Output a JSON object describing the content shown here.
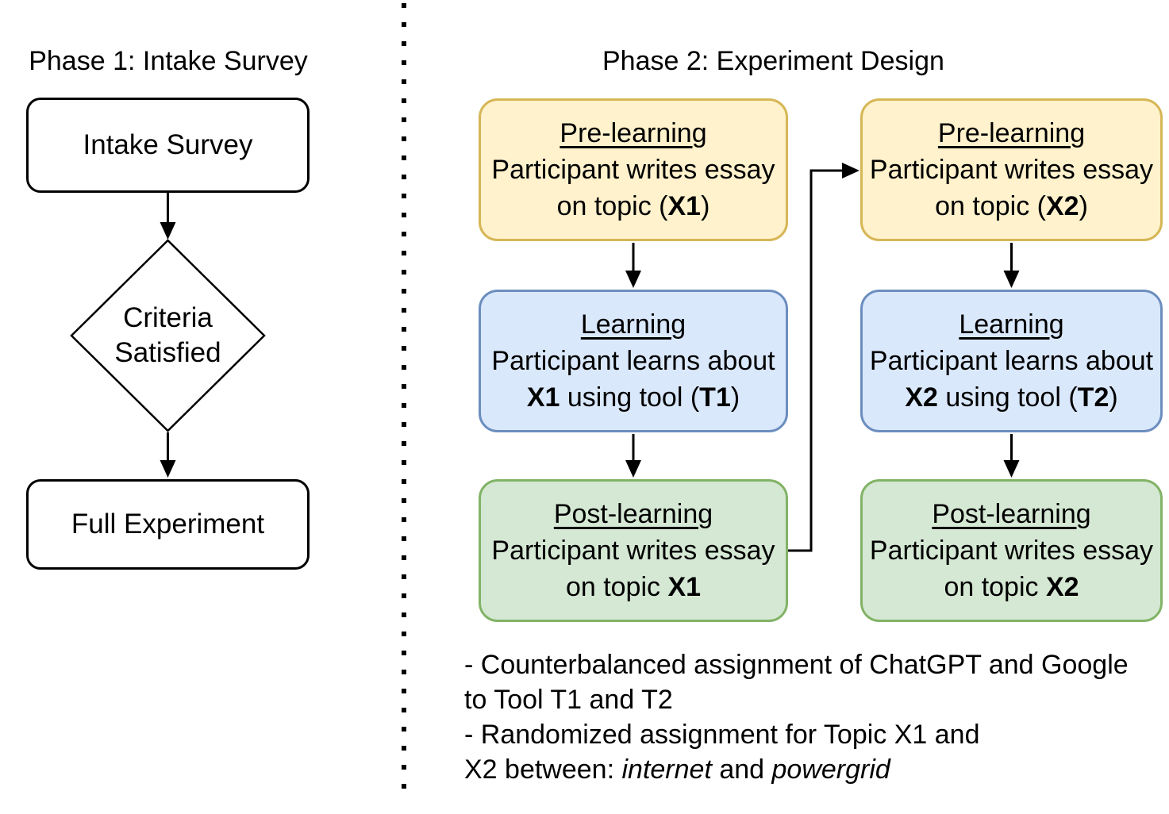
{
  "phase1": {
    "title": "Phase 1: Intake Survey",
    "intake_box": "Intake Survey",
    "decision": {
      "line1": "Criteria",
      "line2": "Satisfied"
    },
    "full_box": "Full Experiment"
  },
  "phase2": {
    "title": "Phase 2: Experiment Design",
    "col1": {
      "pre": {
        "heading": "Pre-learning",
        "line2": "Participant writes essay",
        "l3a": "on topic (",
        "l3b": "X1",
        "l3c": ")"
      },
      "learn": {
        "heading": "Learning",
        "line2": "Participant learns about",
        "l3b": "X1",
        "l3c": " using tool (",
        "l3d": "T1",
        "l3e": ")"
      },
      "post": {
        "heading": "Post-learning",
        "line2": "Participant writes essay",
        "l3a": "on topic ",
        "l3b": "X1"
      }
    },
    "col2": {
      "pre": {
        "heading": "Pre-learning",
        "line2": "Participant writes essay",
        "l3a": "on topic (",
        "l3b": "X2",
        "l3c": ")"
      },
      "learn": {
        "heading": "Learning",
        "line2": "Participant learns about",
        "l3b": "X2",
        "l3c": " using tool (",
        "l3d": "T2",
        "l3e": ")"
      },
      "post": {
        "heading": "Post-learning",
        "line2": "Participant writes essay",
        "l3a": "on topic ",
        "l3b": "X2"
      }
    },
    "notes": {
      "line1": "- Counterbalanced assignment of ChatGPT and Google",
      "line2": "to Tool T1 and T2",
      "line3": "- Randomized assignment for Topic X1 and",
      "line4a": "X2 between: ",
      "line4b": "internet",
      "line4c": " and ",
      "line4d": "powergrid"
    }
  },
  "colors": {
    "pre_fill": "#FFF2CC",
    "pre_border": "#D6B656",
    "learn_fill": "#DAE8FC",
    "learn_border": "#6C8EBF",
    "post_fill": "#D5E8D4",
    "post_border": "#82B366",
    "line": "#000000"
  }
}
